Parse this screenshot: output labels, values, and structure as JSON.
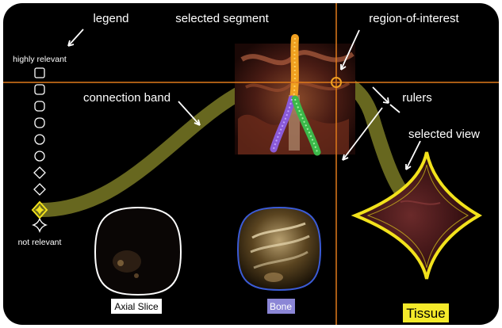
{
  "annotations": {
    "legend": "legend",
    "selected_segment": "selected segment",
    "region_of_interest": "region-of-interest",
    "connection_band": "connection band",
    "rulers": "rulers",
    "selected_view": "selected view"
  },
  "legend_scale": {
    "top_label": "highly relevant",
    "bottom_label": "not relevant"
  },
  "views": {
    "axial_slice": "Axial Slice",
    "bone": "Bone",
    "tissue": "Tissue"
  },
  "colors": {
    "background": "#000000",
    "ruler": "#e07a1a",
    "band": "#8a8a2a",
    "selected_outline": "#f2e21c",
    "axial_outline": "#ffffff",
    "bone_outline": "#3b5bd6",
    "bone_label_bg": "#8b86d6",
    "tissue_label_bg": "#f5ea2a"
  }
}
